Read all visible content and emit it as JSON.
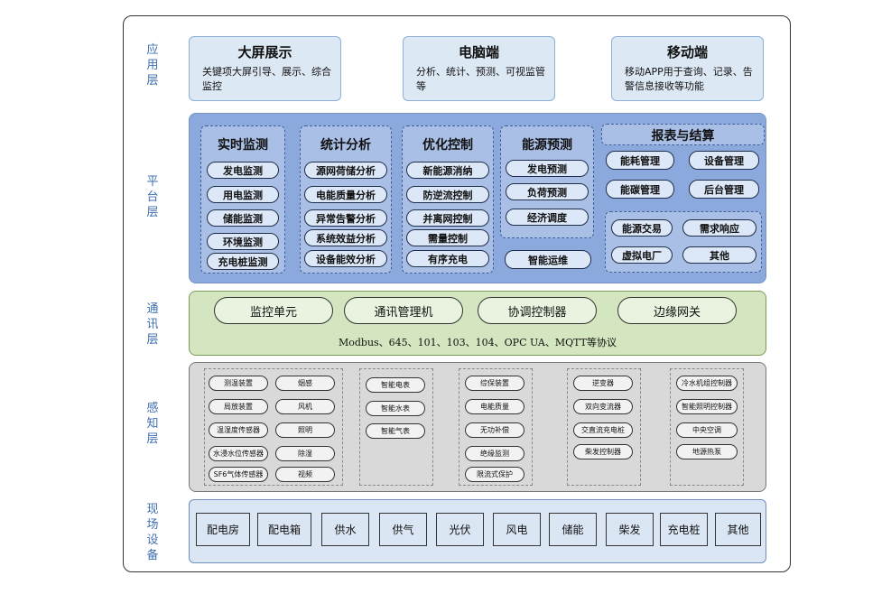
{
  "layers": {
    "app": "应\n用\n层",
    "platform": "平\n台\n层",
    "comm": "通\n讯\n层",
    "sense": "感\n知\n层",
    "field": "现\n场\n设\n备"
  },
  "app": [
    {
      "title": "大屏展示",
      "desc": "关键项大屏引导、展示、综合监控"
    },
    {
      "title": "电脑端",
      "desc": "分析、统计、预测、可视监管等"
    },
    {
      "title": "移动端",
      "desc": "移动APP用于查询、记录、告警信息接收等功能"
    }
  ],
  "platform": {
    "realtime": {
      "title": "实时监测",
      "items": [
        "发电监测",
        "用电监测",
        "储能监测",
        "环境监测",
        "充电桩监测"
      ]
    },
    "stats": {
      "title": "统计分析",
      "items": [
        "源网荷储分析",
        "电能质量分析",
        "异常告警分析",
        "系统效益分析",
        "设备能效分析"
      ]
    },
    "control": {
      "title": "优化控制",
      "items": [
        "新能源消纳",
        "防逆流控制",
        "并离网控制",
        "需量控制",
        "有序充电"
      ]
    },
    "forecast": {
      "title": "能源预测",
      "items": [
        "发电预测",
        "负荷预测",
        "经济调度"
      ]
    },
    "smart_ops": "智能运维",
    "report": {
      "title": "报表与结算",
      "items": [
        "能耗管理",
        "设备管理",
        "能碳管理",
        "后台管理"
      ]
    },
    "trade": [
      "能源交易",
      "需求响应",
      "虚拟电厂",
      "其他"
    ]
  },
  "comm": {
    "units": [
      "监控单元",
      "通讯管理机",
      "协调控制器",
      "边缘网关"
    ],
    "protocol": "Modbus、645、101、103、104、OPC UA、MQTT等协议"
  },
  "sense": {
    "g1a": [
      "测温装置",
      "局放装置",
      "温湿度传感器",
      "水浸水位传感器",
      "SF6气体传感器"
    ],
    "g1b": [
      "烟感",
      "风机",
      "照明",
      "除湿",
      "视频"
    ],
    "g2": [
      "智能电表",
      "智能水表",
      "智能气表"
    ],
    "g3": [
      "综保装置",
      "电能质量",
      "无功补偿",
      "绝缘监测",
      "限流式保护"
    ],
    "g4": [
      "逆变器",
      "双向变流器",
      "交直流充电桩",
      "柴发控制器"
    ],
    "g5": [
      "冷水机组控制器",
      "智能照明控制器",
      "中央空调",
      "地源热泵"
    ]
  },
  "field": [
    "配电房",
    "配电箱",
    "供水",
    "供气",
    "光伏",
    "风电",
    "储能",
    "柴发",
    "充电桩",
    "其他"
  ]
}
